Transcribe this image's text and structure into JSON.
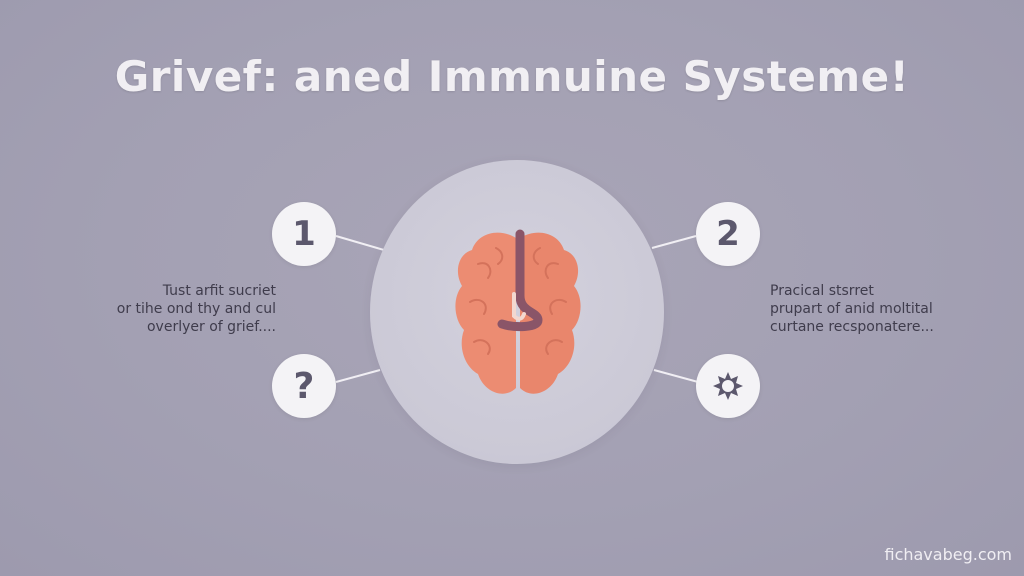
{
  "title": "Grivef: aned Immnuine Systeme!",
  "nodes": {
    "one": "1",
    "two": "2",
    "question": "?"
  },
  "left_text": {
    "lines": [
      "Tust arfit sucriet",
      "or tihe ond thy and cul",
      "overlyer of grief...."
    ]
  },
  "right_text": {
    "lines": [
      "Pracical stsrret",
      "prupart of anid moltital",
      "curtane recsponatere..."
    ]
  },
  "watermark": "fichavabeg.com",
  "icons": {
    "center": "brain-icon",
    "bottom_right": "virus-icon"
  },
  "colors": {
    "background": "#a3a0b3",
    "circle": "#cbc9d6",
    "node": "#f4f3f6",
    "node_text": "#5c586d",
    "brain": "#ec8c72",
    "brain_stem": "#8a5568",
    "title": "#f1eff3"
  }
}
